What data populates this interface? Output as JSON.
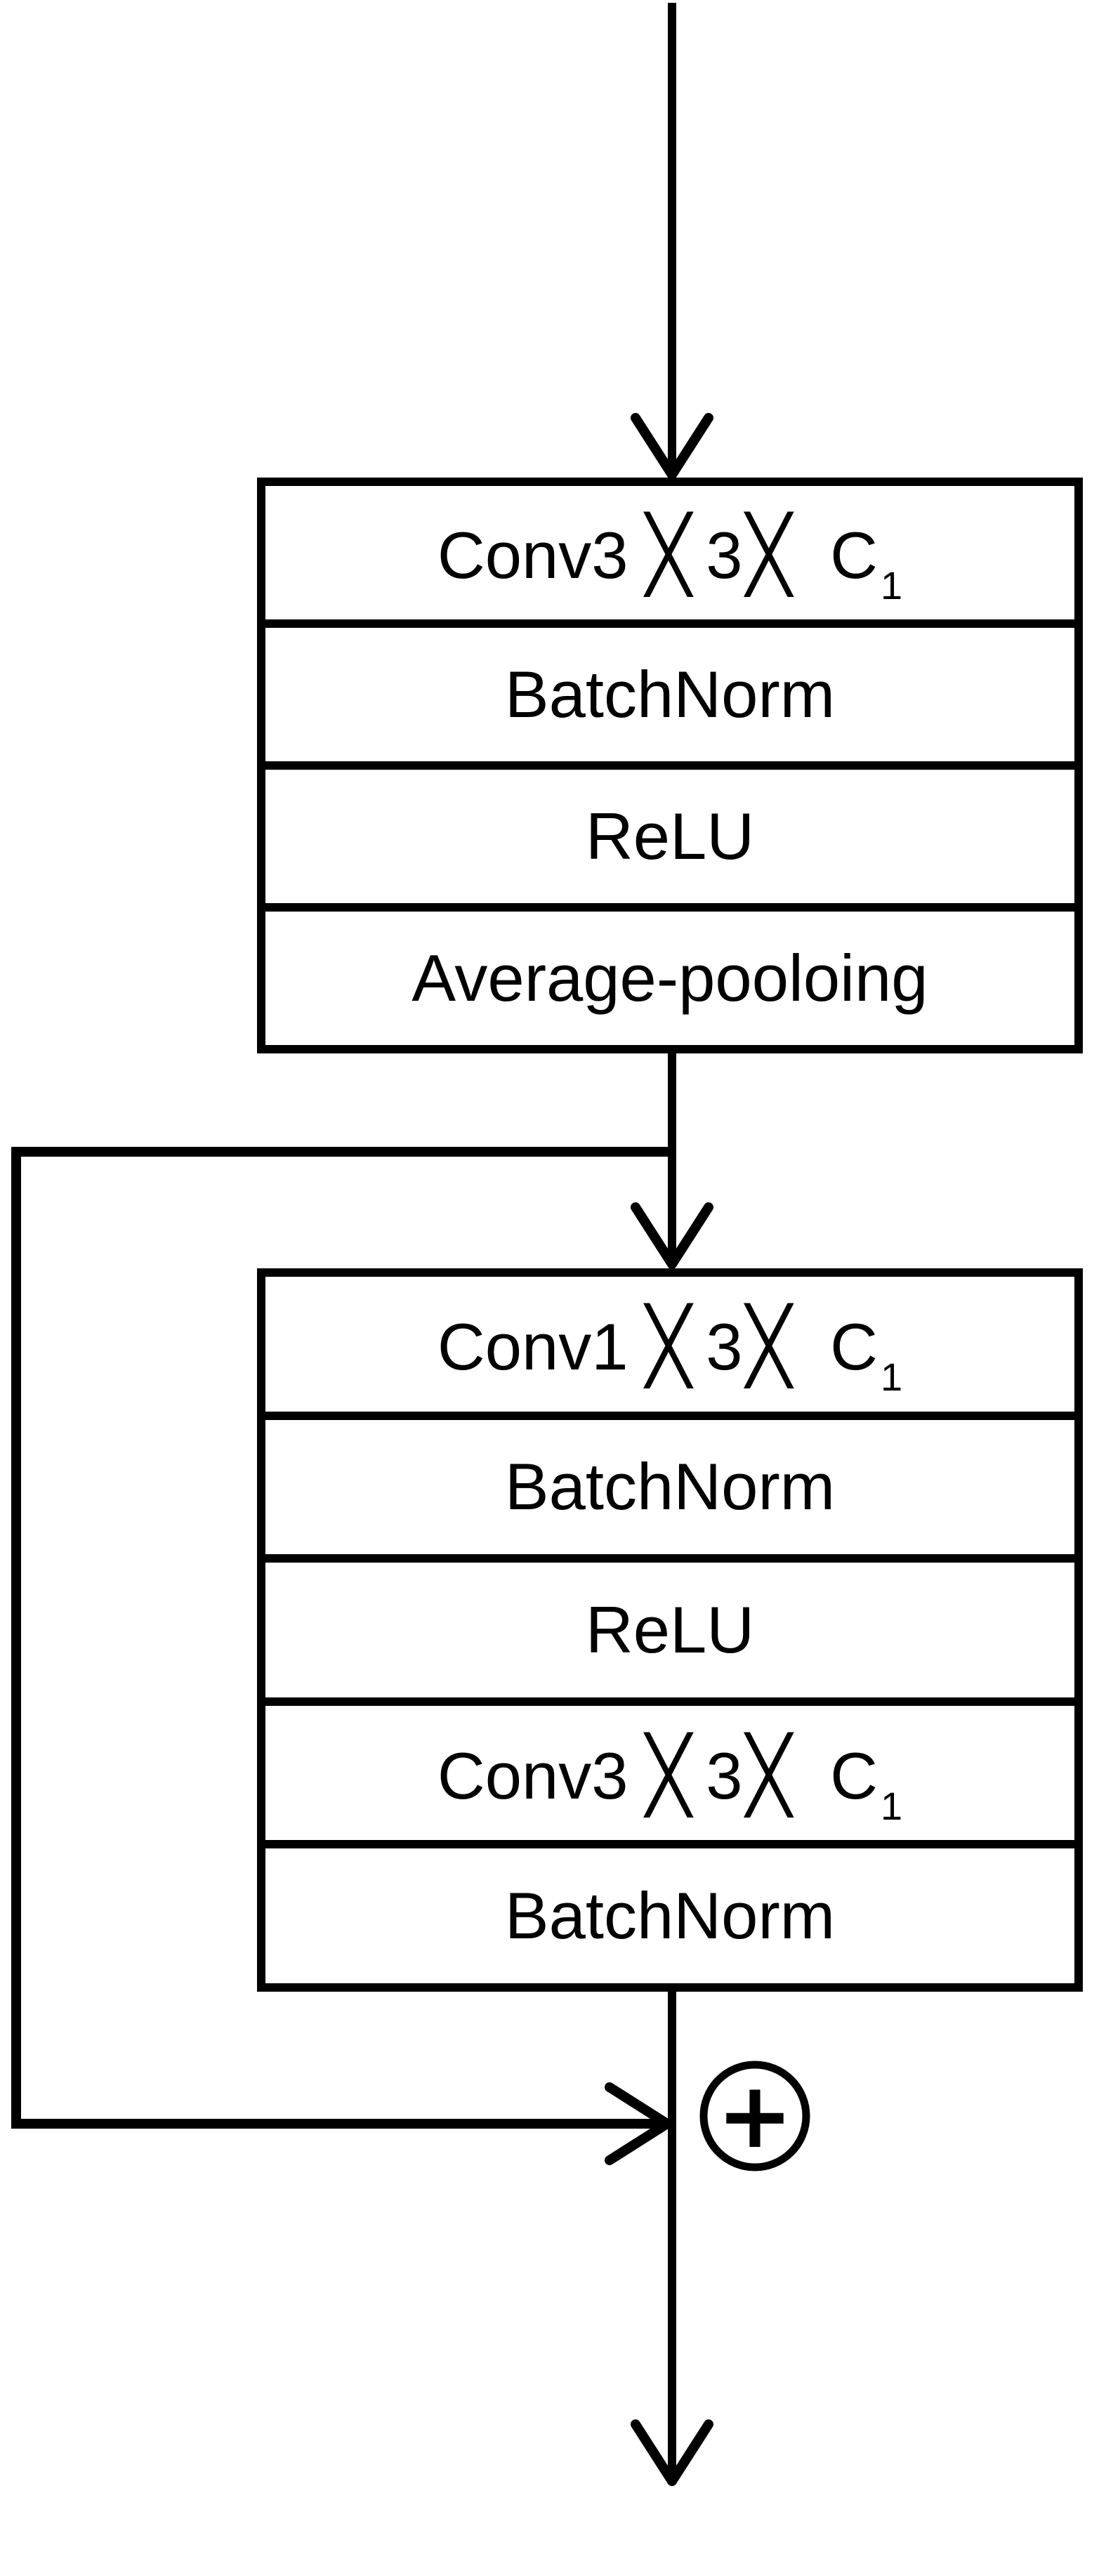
{
  "page": {
    "background": "#ffffff",
    "ink": "#000000"
  },
  "icons": {
    "down_arrowheads": "open-v-down",
    "skip_arrowhead": "open-v-right",
    "sum_node": "circled-plus"
  },
  "block1": {
    "rows": [
      {
        "pre": "Conv3",
        "times1": "╳",
        "mid": "3",
        "times2": "╳",
        "base": "C",
        "sub": "1"
      },
      {
        "label": "BatchNorm"
      },
      {
        "label": "ReLU"
      },
      {
        "label": "Average-pooloing"
      }
    ]
  },
  "block2": {
    "rows": [
      {
        "pre": "Conv1",
        "times1": "╳",
        "mid": "3",
        "times2": "╳",
        "base": "C",
        "sub": "1"
      },
      {
        "label": "BatchNorm"
      },
      {
        "label": "ReLU"
      },
      {
        "pre": "Conv3",
        "times1": "╳",
        "mid": "3",
        "times2": "╳",
        "base": "C",
        "sub": "1"
      },
      {
        "label": "BatchNorm"
      }
    ]
  },
  "sum_node": {
    "symbol": "+"
  }
}
